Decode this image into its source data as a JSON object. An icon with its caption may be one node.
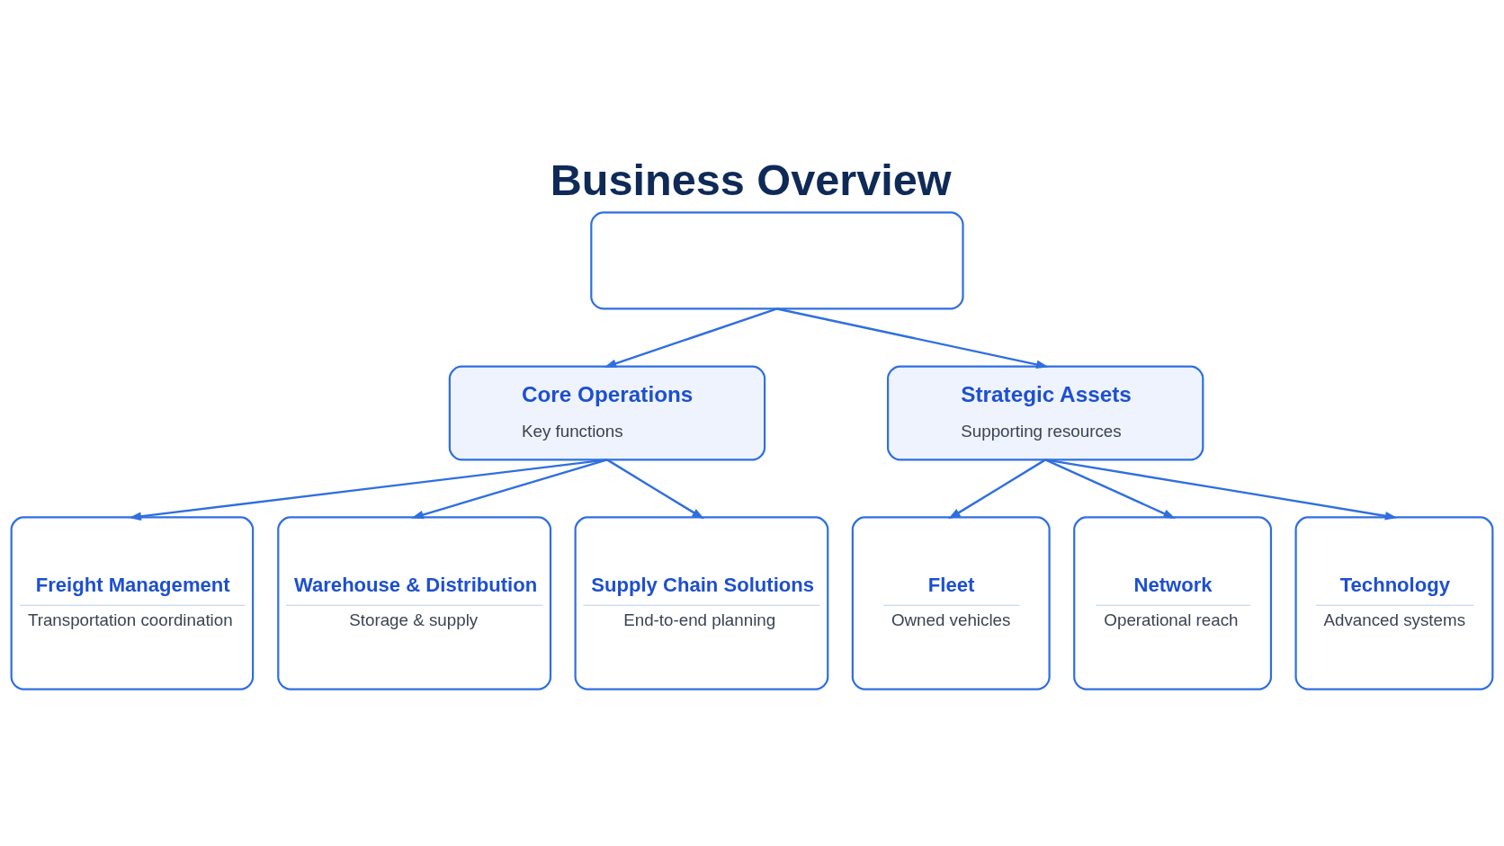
{
  "diagram": {
    "title": "Business Overview",
    "nodes": [
      {
        "text": [],
        "shape": "box"
      },
      {
        "text": [
          "Core Operations",
          "Key functions"
        ]
      },
      {
        "text": [
          "Strategic Assets",
          "Supporting resources"
        ]
      },
      {
        "text": [
          "Freight Management",
          "Transportation coordination"
        ]
      },
      {
        "text": [
          "Warehouse & Distribution",
          "Storage & supply"
        ]
      },
      {
        "text": [
          "Supply Chain Solutions",
          "End-to-end planning"
        ]
      },
      {
        "text": [
          "Fleet",
          "Owned vehicles"
        ]
      },
      {
        "text": [
          "Network",
          "Operational reach"
        ]
      },
      {
        "text": [
          "Technology",
          "Advanced systems"
        ]
      }
    ],
    "edges": [
      {
        "from": 0,
        "to": 1,
        "arrow": "to"
      },
      {
        "from": 0,
        "to": 2,
        "arrow": "to"
      },
      {
        "from": 1,
        "to": 3,
        "arrow": "to"
      },
      {
        "from": 1,
        "to": 4,
        "arrow": "to"
      },
      {
        "from": 1,
        "to": 5,
        "arrow": "to"
      },
      {
        "from": 2,
        "to": 6,
        "arrow": "to"
      },
      {
        "from": 2,
        "to": 7,
        "arrow": "to"
      },
      {
        "from": 2,
        "to": 8,
        "arrow": "to"
      }
    ]
  }
}
